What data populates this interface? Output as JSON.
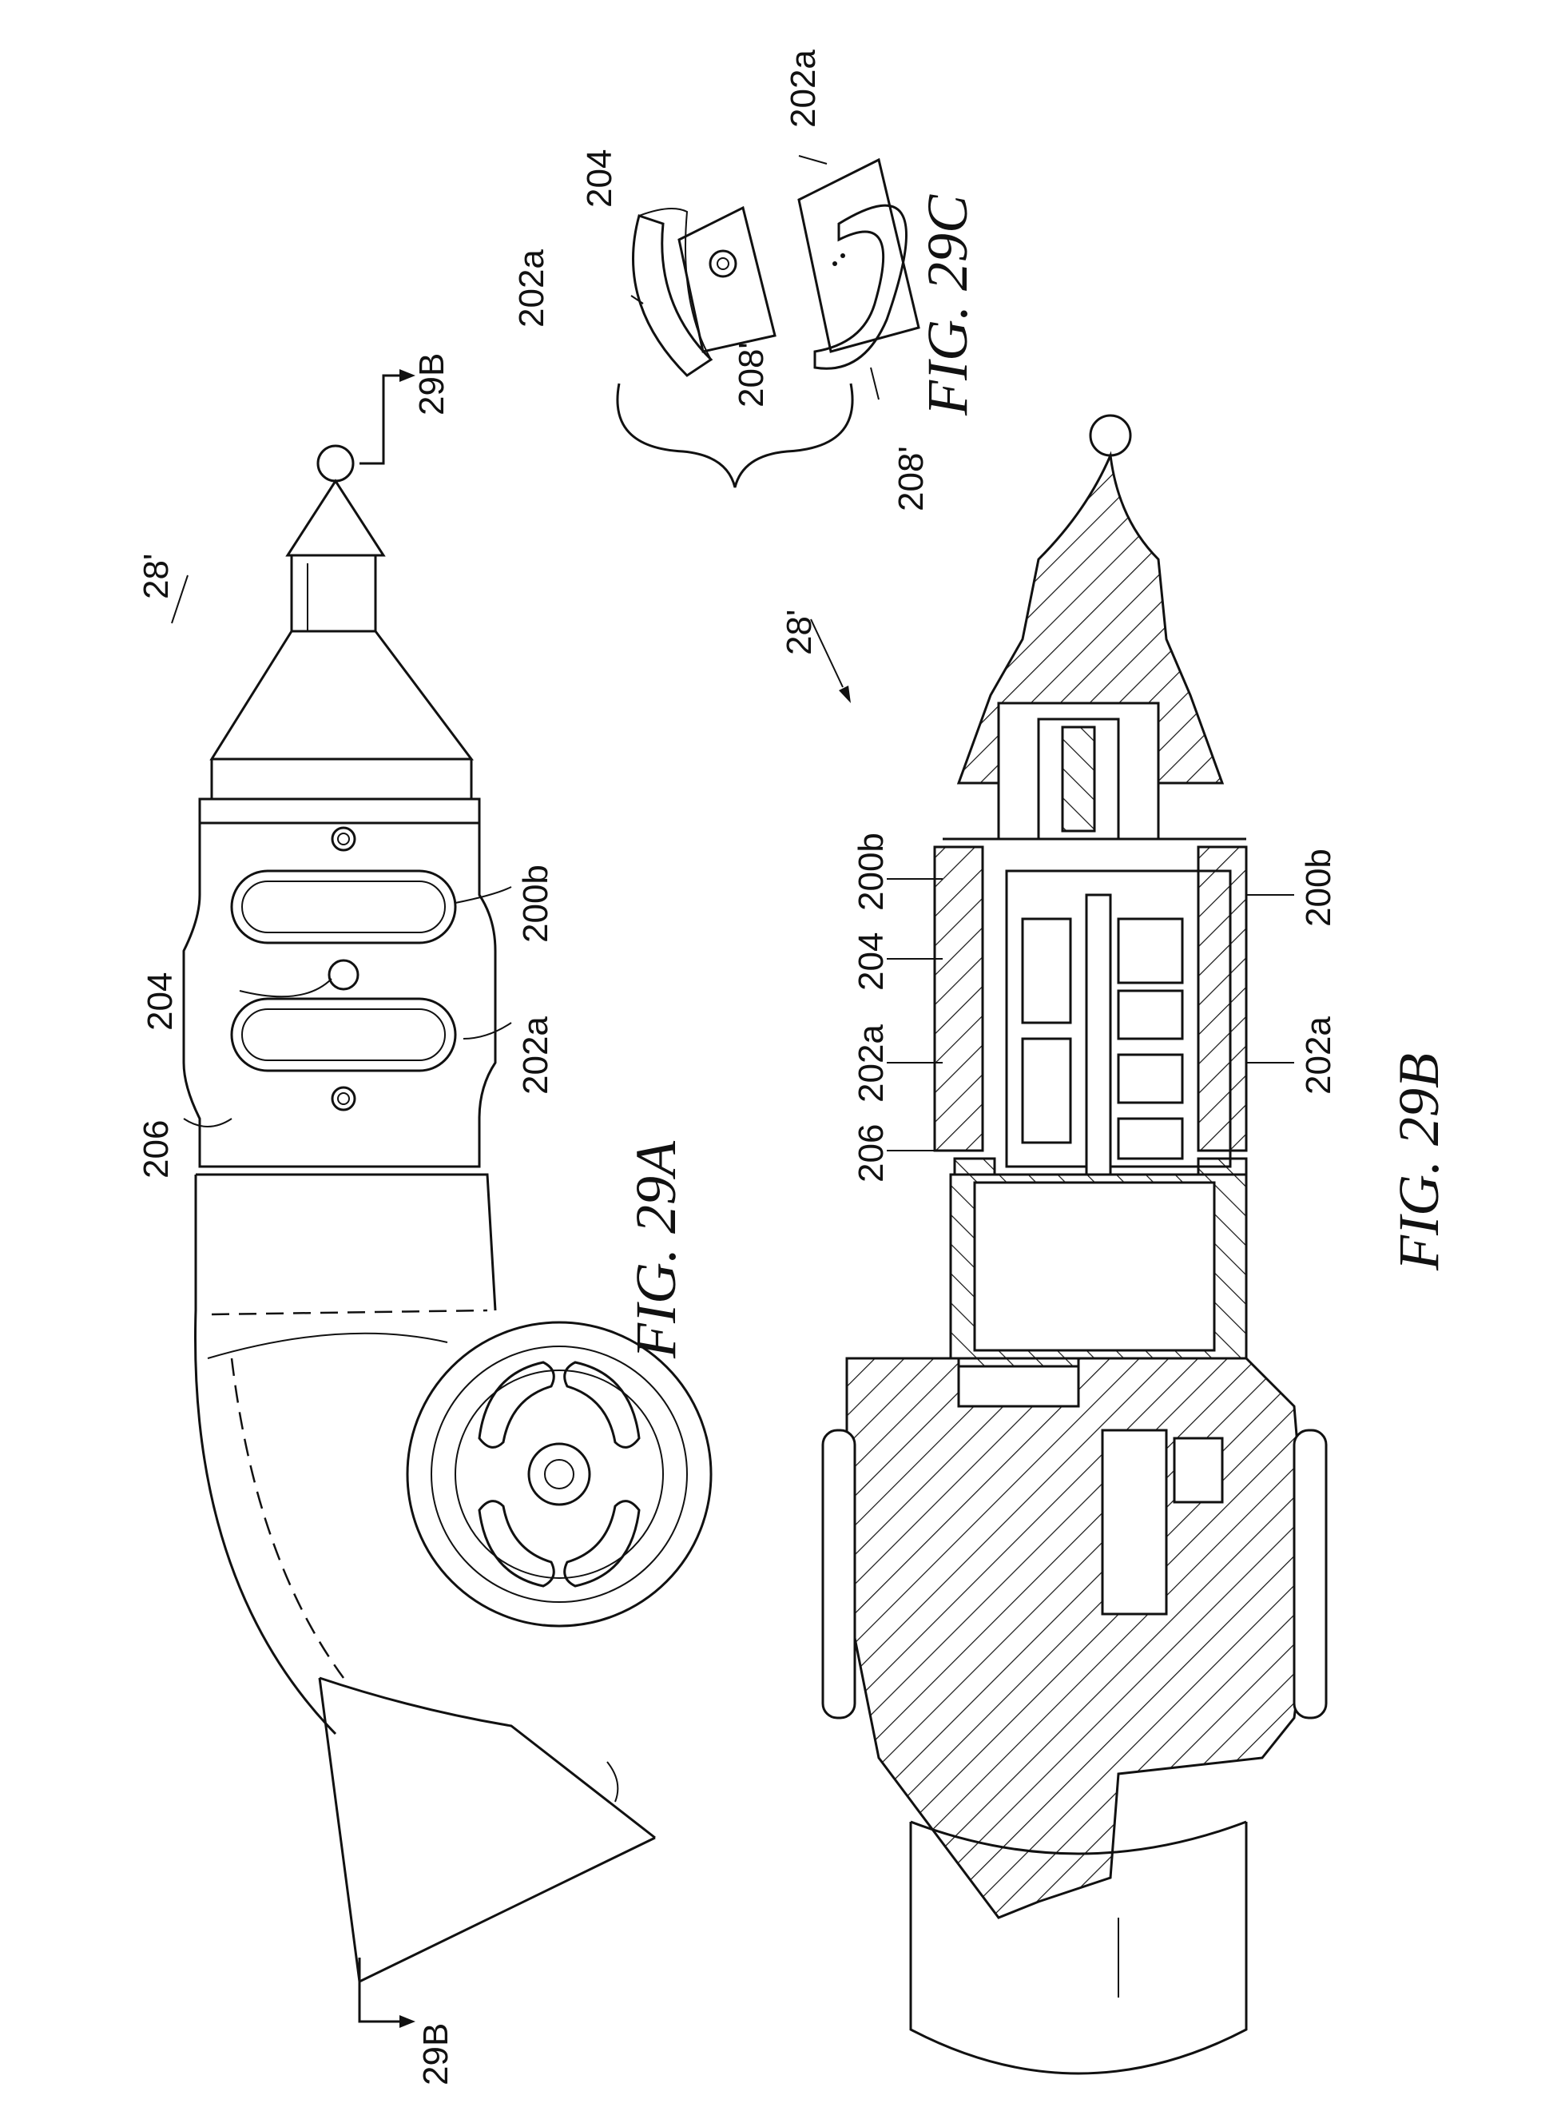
{
  "figures": {
    "fig29a": {
      "caption": "FIG. 29A",
      "assembly_ref": "28'",
      "section_ref_top": "29B",
      "section_ref_bottom": "29B",
      "labels": {
        "l206": "206",
        "l204": "204",
        "l202a": "202a",
        "l200b": "200b"
      }
    },
    "fig29b": {
      "caption": "FIG. 29B",
      "assembly_ref": "28'",
      "labels": {
        "l206": "206",
        "l202a_left": "202a",
        "l204": "204",
        "l200b_left": "200b",
        "l202a_right": "202a",
        "l200b_right": "200b"
      }
    },
    "fig29c": {
      "caption": "FIG. 29C",
      "labels": {
        "l202a_left": "202a",
        "l204": "204",
        "l208_left": "208'",
        "l202a_right": "202a",
        "l208_right": "208'"
      }
    }
  },
  "colors": {
    "ink": "#111111",
    "paper": "#ffffff"
  }
}
